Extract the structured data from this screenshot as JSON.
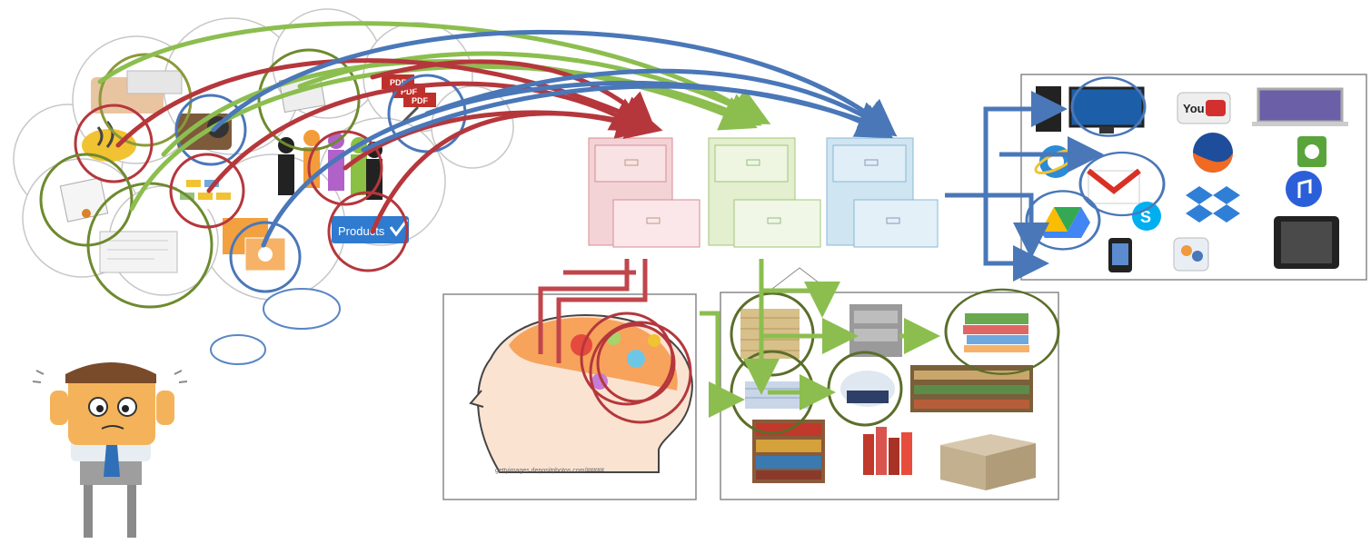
{
  "thought_cloud": {
    "badge_label": "Products",
    "pdf_tags": [
      "PDF",
      "PDF",
      "PDF"
    ]
  },
  "apps_panel": {
    "logo_text": "You"
  },
  "brain_panel": {
    "caption": "gettyimages    depositphotos.com/#####"
  },
  "colors": {
    "red": "#b5373c",
    "green": "#8cbe4f",
    "blue": "#4a77b8",
    "red_cabinet": "#f3d3d6",
    "green_cabinet": "#e3efcf",
    "blue_cabinet": "#cfe5f1"
  }
}
